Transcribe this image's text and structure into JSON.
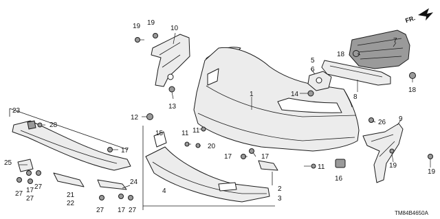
{
  "diagram": {
    "code": "TM84B4650A",
    "direction_label": "FR.",
    "callouts": {
      "c1": "1",
      "c2": "2",
      "c3": "3",
      "c4": "4",
      "c5": "5",
      "c6": "6",
      "c7": "7",
      "c8": "8",
      "c9": "9",
      "c10": "10",
      "c11a": "11",
      "c11b": "11",
      "c11c": "11",
      "c12": "12",
      "c13": "13",
      "c14": "14",
      "c15": "15",
      "c16": "16",
      "c17a": "17",
      "c17b": "17",
      "c17c": "17",
      "c17d": "17",
      "c17e": "17",
      "c18a": "18",
      "c18b": "18",
      "c19a": "19",
      "c19b": "19",
      "c19c": "19",
      "c19d": "19",
      "c20": "20",
      "c21": "21",
      "c22": "22",
      "c23": "23",
      "c24": "24",
      "c25": "25",
      "c26": "26",
      "c27a": "27",
      "c27b": "27",
      "c27c": "27",
      "c27d": "27",
      "c27e": "27",
      "c28": "28"
    }
  }
}
